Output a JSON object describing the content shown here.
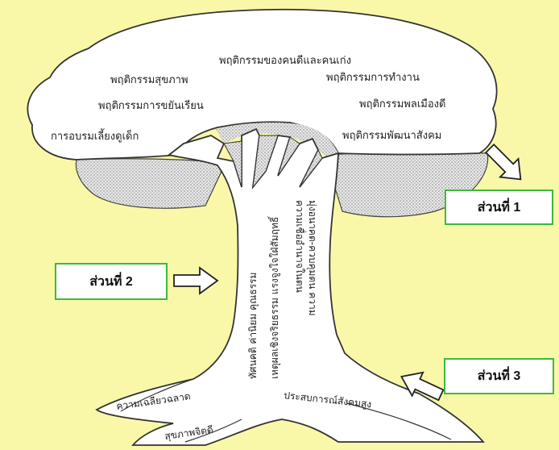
{
  "canopy": {
    "items": [
      "พฤติกรรมของคนดีและคนเก่ง",
      "พฤติกรรมสุขภาพ",
      "พฤติกรรมการทำงาน",
      "พฤติกรรมการขยันเรียน",
      "พฤติกรรมพลเมืองดี",
      "การอบรมเลี้ยงดูเด็ก",
      "พฤติกรรมพัฒนาสังคม"
    ]
  },
  "trunk": {
    "lines": [
      "ทัศนคติ  ค่านิยม  คุณธรรม",
      "เหตุผลเชิงจริยธรรม  แรงจูงใจใฝ่สัมฤทธิ์",
      "ความเชื่ออำนาจในตน",
      "มุ่งอนาคต-ควบคุมตน  ความ"
    ]
  },
  "roots": {
    "items": [
      "ความเฉลียวฉลาด",
      "สุขภาพจิตดี",
      "ประสบการณ์สังคมสูง"
    ]
  },
  "parts": {
    "part1": "ส่วนที่ 1",
    "part2": "ส่วนที่ 2",
    "part3": "ส่วนที่ 3"
  },
  "colors": {
    "background": "#f8f8a8",
    "box_border": "#3cba3c",
    "tree_fill": "#ffffff",
    "outline": "#333333"
  }
}
